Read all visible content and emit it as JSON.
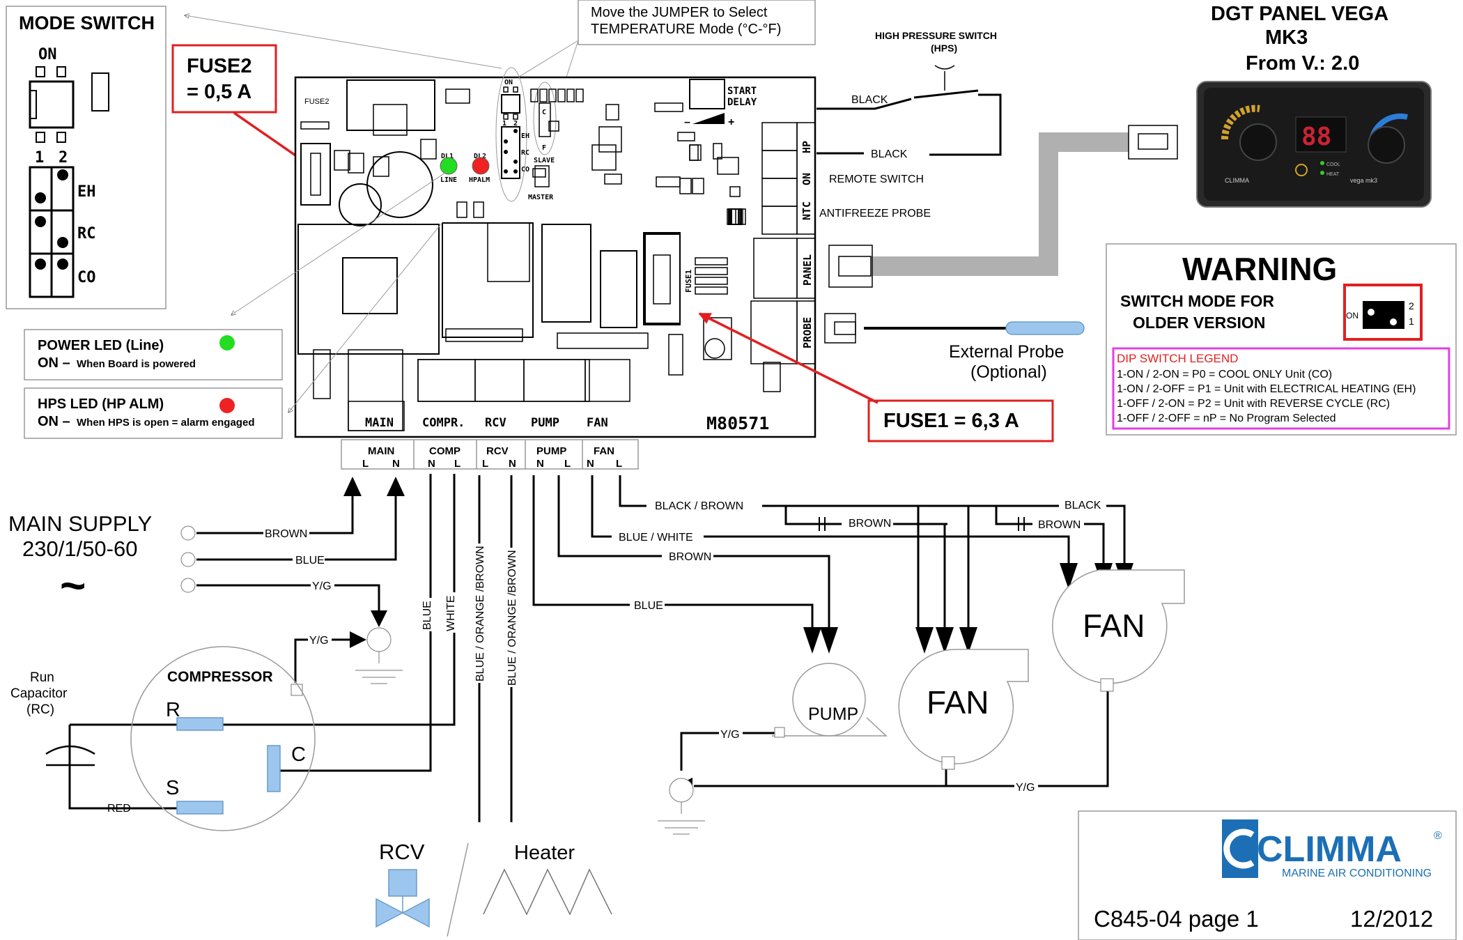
{
  "mode_switch": {
    "title": "MODE SWITCH",
    "on": "ON",
    "n1": "1",
    "n2": "2",
    "eh": "EH",
    "rc": "RC",
    "co": "CO"
  },
  "fuse2": {
    "line1": "FUSE2",
    "line2": "= 0,5 A"
  },
  "fuse1": {
    "label": "FUSE1 = 6,3 A"
  },
  "jumper_note": {
    "line1": "Move the JUMPER to Select",
    "line2": "TEMPERATURE Mode (°C-°F)"
  },
  "power_led": {
    "title": "POWER LED (Line)",
    "on": "ON –",
    "desc": "When Board is powered",
    "color": "#22dd22"
  },
  "hps_led": {
    "title": "HPS LED (HP ALM)",
    "on": "ON –",
    "desc": "When HPS is open = alarm engaged",
    "color": "#ee2222"
  },
  "board": {
    "fuse2": "FUSE2",
    "dl1": "DL1",
    "dl2": "DL2",
    "line": "LINE",
    "hpalm": "HPALM",
    "on": "ON",
    "j1": "1",
    "j2": "2",
    "eh": "EH",
    "rc": "RC",
    "co": "CO",
    "c": "C",
    "f": "F",
    "slave": "SLAVE",
    "master": "MASTER",
    "start": "START",
    "delay": "DELAY",
    "minus": "–",
    "plus": "+",
    "fuse1": "FUSE1",
    "hp": "HP",
    "on_block": "ON",
    "ntc": "NTC",
    "panel": "PANEL",
    "probe": "PROBE",
    "main": "MAIN",
    "compr": "COMPR.",
    "rcv": "RCV",
    "pump": "PUMP",
    "fan": "FAN",
    "model": "M80571"
  },
  "terminals": [
    {
      "name": "MAIN",
      "a": "L",
      "b": "N"
    },
    {
      "name": "COMP",
      "a": "N",
      "b": "L"
    },
    {
      "name": "RCV",
      "a": "L",
      "b": "N"
    },
    {
      "name": "PUMP",
      "a": "N",
      "b": "L"
    },
    {
      "name": "FAN",
      "a": "N",
      "b": "L"
    }
  ],
  "hps": {
    "title": "HIGH PRESSURE SWITCH",
    "abbr": "(HPS)",
    "black1": "BLACK",
    "black2": "BLACK"
  },
  "remote_switch": "REMOTE SWITCH",
  "antifreeze": "ANTIFREEZE PROBE",
  "ext_probe": {
    "line1": "External Probe",
    "line2": "(Optional)"
  },
  "panel_title": {
    "line1": "DGT PANEL VEGA",
    "line2": "MK3",
    "line3": "From V.: 2.0",
    "display": "88",
    "cool": "COOL",
    "heat": "HEAT",
    "brand": "CLIMMA",
    "model": "vega mk3"
  },
  "warning": {
    "title": "WARNING",
    "sub1": "SWITCH MODE FOR",
    "sub2": "OLDER VERSION",
    "on": "ON",
    "n1": "1",
    "n2": "2",
    "legend_title": "DIP SWITCH LEGEND",
    "legend": [
      "1-ON / 2-ON = P0 = COOL ONLY Unit (CO)",
      "1-ON / 2-OFF = P1 = Unit with ELECTRICAL HEATING (EH)",
      "1-OFF / 2-ON = P2 =  Unit with REVERSE CYCLE (RC)",
      "1-OFF / 2-OFF = nP = No Program Selected"
    ]
  },
  "supply": {
    "line1": "MAIN SUPPLY",
    "line2": "230/1/50-60",
    "tilde": "~",
    "brown": "BROWN",
    "blue": "BLUE",
    "yg": "Y/G"
  },
  "compressor": {
    "title": "COMPRESSOR",
    "r": "R",
    "c": "C",
    "s": "S",
    "yg": "Y/G",
    "red": "RED",
    "cap1": "Run",
    "cap2": "Capacitor",
    "cap3": "(RC)"
  },
  "wires": {
    "blue": "BLUE",
    "white": "WHITE",
    "rcv1": "BLUE / ORANGE /BROWN",
    "rcv2": "BLUE / ORANGE /BROWN",
    "black_brown": "BLACK / BROWN",
    "blue_white": "BLUE / WHITE",
    "brown_pump": "BROWN",
    "blue_pump": "BLUE",
    "brown1": "BROWN",
    "brown2": "BROWN",
    "black": "BLACK",
    "yg_pump": "Y/G",
    "yg_fan": "Y/G"
  },
  "pump_label": "PUMP",
  "fan1_label": "FAN",
  "fan2_label": "FAN",
  "rcv_label": "RCV",
  "heater_label": "Heater",
  "logo": {
    "name": "CLIMMA",
    "reg": "®",
    "tag": "MARINE AIR CONDITIONING",
    "color": "#1c6fb5"
  },
  "footer": {
    "doc": "C845-04 page 1",
    "date": "12/2012"
  }
}
